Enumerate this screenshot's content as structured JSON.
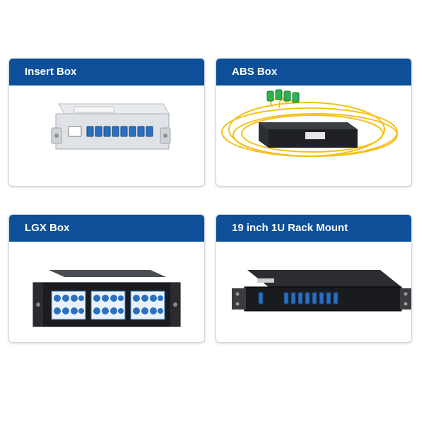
{
  "products": [
    {
      "title": "Insert Box",
      "image": "insert-box-photo"
    },
    {
      "title": "ABS Box",
      "image": "abs-box-photo"
    },
    {
      "title": "LGX Box",
      "image": "lgx-box-photo"
    },
    {
      "title": "19 inch 1U Rack Mount",
      "image": "rack-mount-photo"
    }
  ],
  "colors": {
    "header": "#0d4f98",
    "card_border": "#cfd6df",
    "port_blue": "#2a6fc0",
    "fiber_yellow": "#f4c21c",
    "connector_green": "#2fb24a"
  }
}
